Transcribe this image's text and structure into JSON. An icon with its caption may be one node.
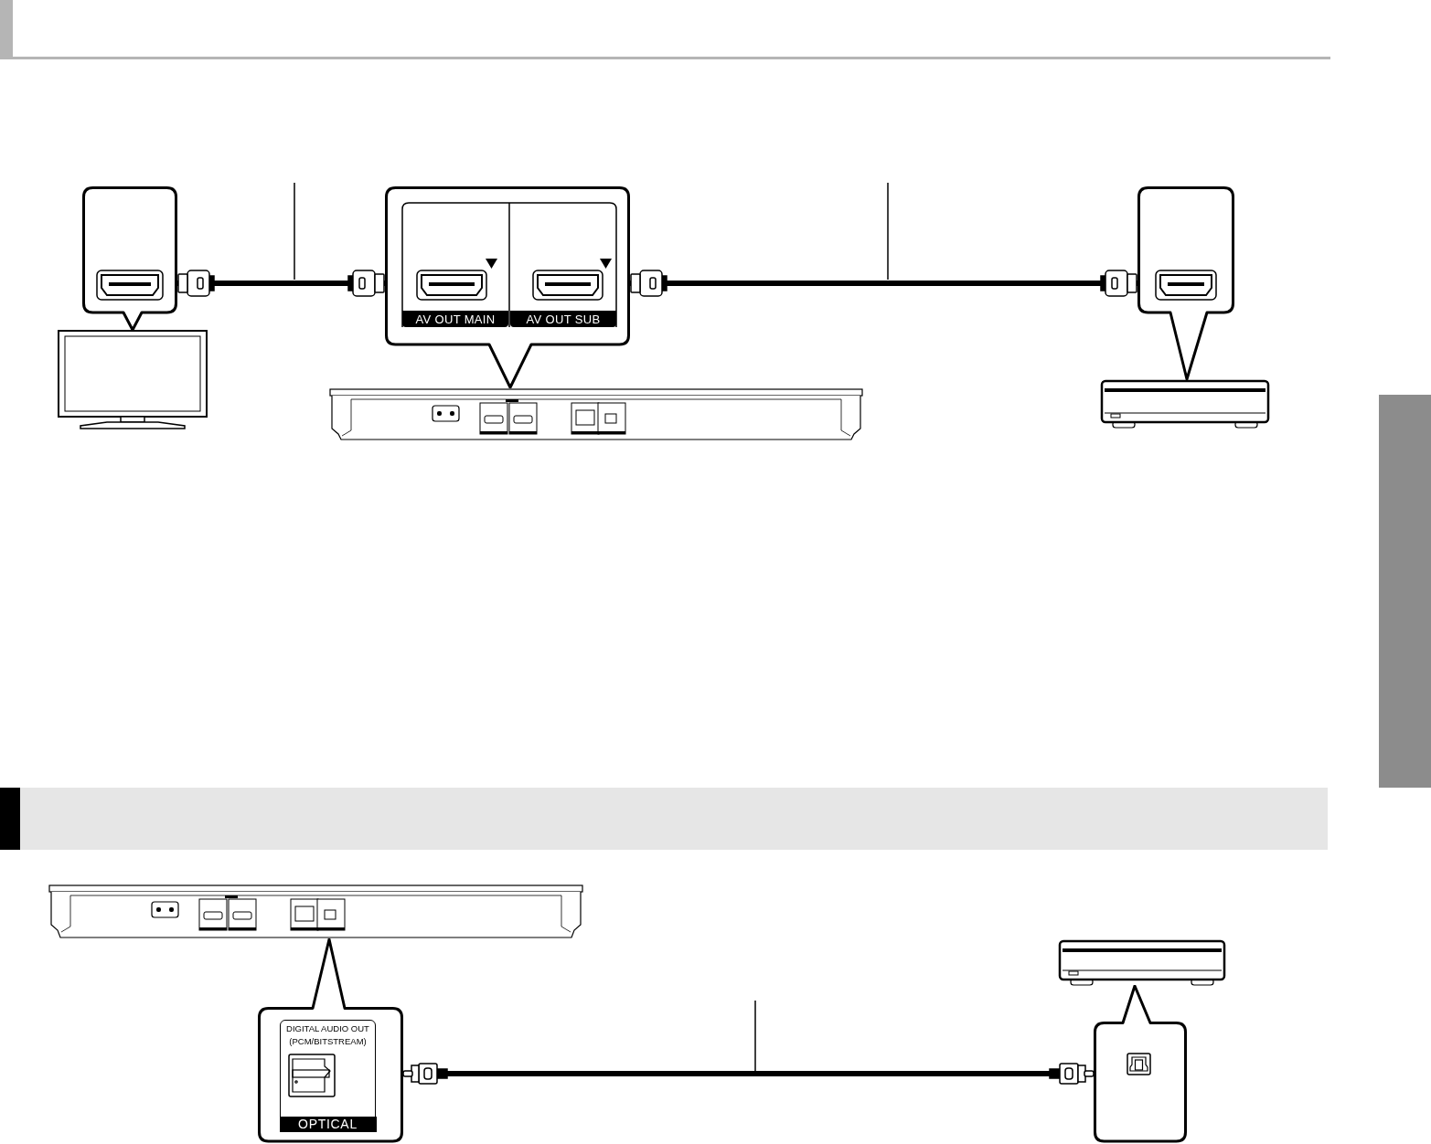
{
  "diagram": {
    "nodes": [
      {
        "text": [],
        "shape": "box"
      },
      {
        "text": [],
        "shape": "picture"
      },
      {
        "text": [],
        "shape": "box"
      },
      {
        "text": [
          "AV OUT MAIN"
        ],
        "in": 2
      },
      {
        "text": [
          "AV OUT SUB"
        ],
        "in": 2
      },
      {
        "text": [],
        "shape": "picture"
      },
      {
        "text": [],
        "shape": "box"
      },
      {
        "text": [],
        "shape": "picture"
      },
      {
        "text": [],
        "shape": "picture"
      },
      {
        "text": [],
        "shape": "box"
      },
      {
        "text": [
          "DIGITAL AUDIO OUT (PCM/BITSTREAM)",
          "OPTICAL"
        ],
        "in": 9
      },
      {
        "text": [],
        "shape": "picture"
      },
      {
        "text": [],
        "shape": "box"
      },
      {
        "text": [],
        "shape": "bar"
      }
    ],
    "edges": [
      {
        "from": 0,
        "to": 2,
        "arrow": "other"
      },
      {
        "from": 2,
        "to": 6,
        "arrow": "other"
      },
      {
        "from": 9,
        "to": 12,
        "arrow": "other"
      }
    ]
  }
}
